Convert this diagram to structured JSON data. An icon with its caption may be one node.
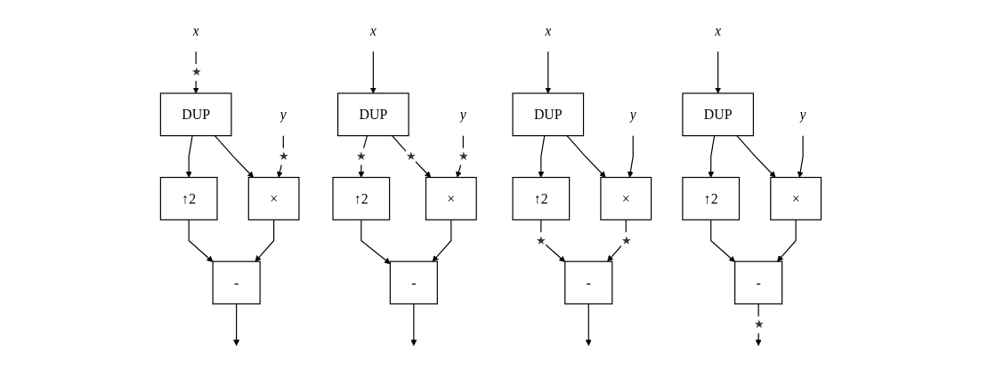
{
  "diagram": {
    "nodes": [
      {
        "text": [
          "x"
        ]
      },
      {
        "text": [
          "y"
        ]
      },
      {
        "text": [
          "DUP"
        ]
      },
      {
        "text": [
          "↑2"
        ]
      },
      {
        "text": [
          "×"
        ]
      },
      {
        "text": [
          "-"
        ]
      },
      {
        "text": [
          "x"
        ]
      },
      {
        "text": [
          "y"
        ]
      },
      {
        "text": [
          "DUP"
        ]
      },
      {
        "text": [
          "↑2"
        ]
      },
      {
        "text": [
          "×"
        ]
      },
      {
        "text": [
          "-"
        ]
      },
      {
        "text": [
          "x"
        ]
      },
      {
        "text": [
          "y"
        ]
      },
      {
        "text": [
          "DUP"
        ]
      },
      {
        "text": [
          "↑2"
        ]
      },
      {
        "text": [
          "×"
        ]
      },
      {
        "text": [
          "-"
        ]
      },
      {
        "text": [
          "x"
        ]
      },
      {
        "text": [
          "y"
        ]
      },
      {
        "text": [
          "DUP"
        ]
      },
      {
        "text": [
          "↑2"
        ]
      },
      {
        "text": [
          "×"
        ]
      },
      {
        "text": [
          "-"
        ]
      }
    ],
    "edges": [
      {
        "from": 0,
        "to": 2,
        "arrow": "to",
        "label": "★"
      },
      {
        "from": 2,
        "to": 3,
        "arrow": "to"
      },
      {
        "from": 2,
        "to": 4,
        "arrow": "to"
      },
      {
        "from": 1,
        "to": 4,
        "arrow": "to",
        "label": "★"
      },
      {
        "from": 3,
        "to": 5,
        "arrow": "to"
      },
      {
        "from": 4,
        "to": 5,
        "arrow": "to"
      },
      {
        "from": 5,
        "to": null,
        "arrow": "to"
      },
      {
        "from": 6,
        "to": 8,
        "arrow": "to"
      },
      {
        "from": 8,
        "to": 9,
        "arrow": "to",
        "label": "★"
      },
      {
        "from": 8,
        "to": 10,
        "arrow": "to",
        "label": "★"
      },
      {
        "from": 7,
        "to": 10,
        "arrow": "to",
        "label": "★"
      },
      {
        "from": 9,
        "to": 11,
        "arrow": "to"
      },
      {
        "from": 10,
        "to": 11,
        "arrow": "to"
      },
      {
        "from": 11,
        "to": null,
        "arrow": "to"
      },
      {
        "from": 12,
        "to": 14,
        "arrow": "to"
      },
      {
        "from": 14,
        "to": 15,
        "arrow": "to"
      },
      {
        "from": 14,
        "to": 16,
        "arrow": "to"
      },
      {
        "from": 13,
        "to": 16,
        "arrow": "to"
      },
      {
        "from": 15,
        "to": 17,
        "arrow": "to",
        "label": "★"
      },
      {
        "from": 16,
        "to": 17,
        "arrow": "to",
        "label": "★"
      },
      {
        "from": 17,
        "to": null,
        "arrow": "to"
      },
      {
        "from": 18,
        "to": 20,
        "arrow": "to"
      },
      {
        "from": 20,
        "to": 21,
        "arrow": "to"
      },
      {
        "from": 20,
        "to": 22,
        "arrow": "to"
      },
      {
        "from": 19,
        "to": 22,
        "arrow": "to"
      },
      {
        "from": 21,
        "to": 23,
        "arrow": "to"
      },
      {
        "from": 22,
        "to": 23,
        "arrow": "to"
      },
      {
        "from": 23,
        "to": null,
        "arrow": "to",
        "label": "★"
      }
    ]
  }
}
